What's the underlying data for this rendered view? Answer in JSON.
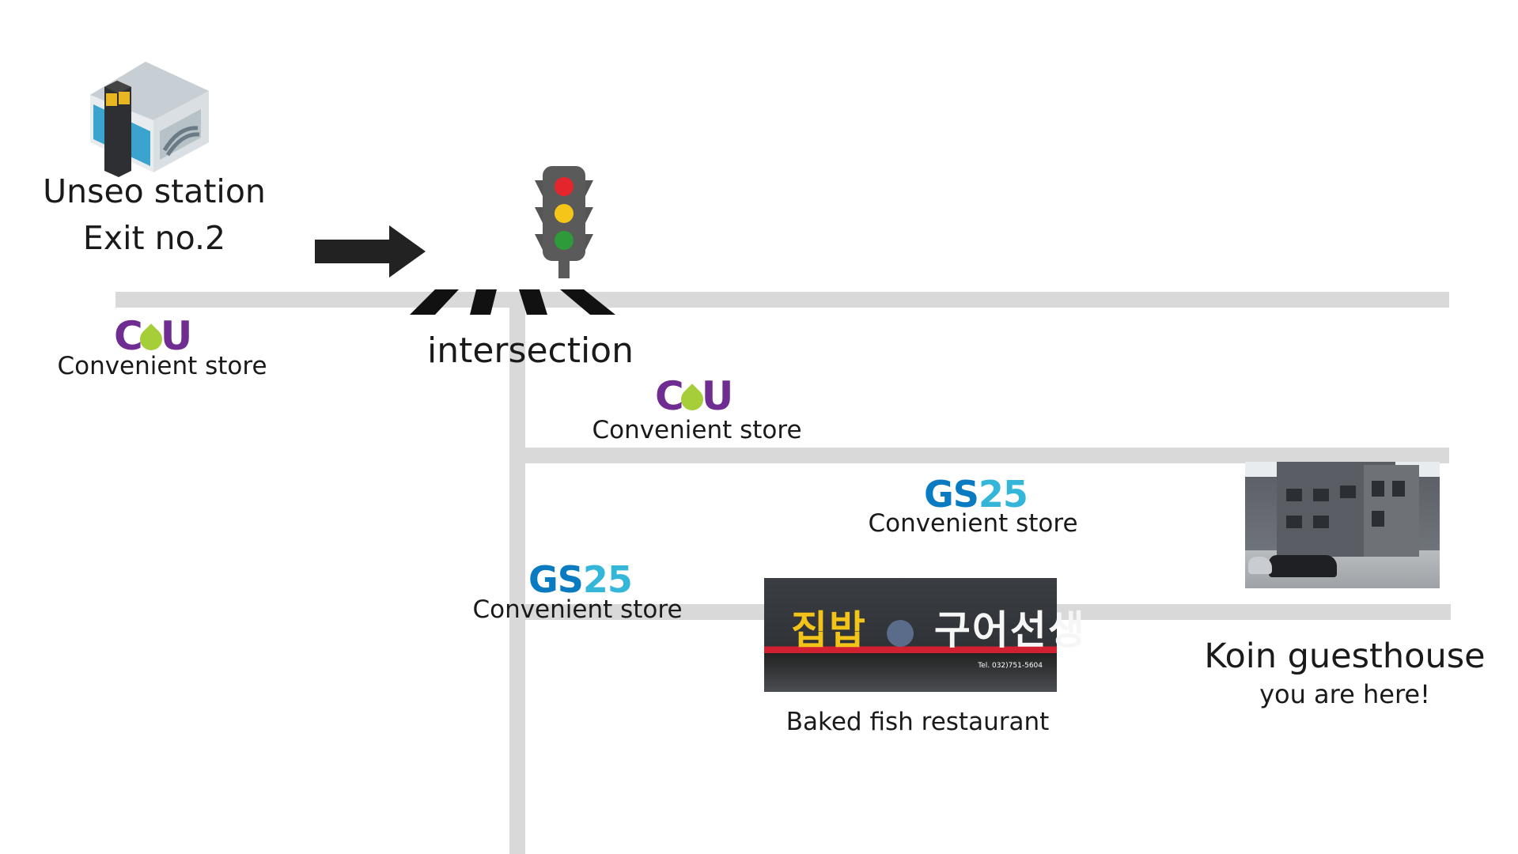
{
  "map": {
    "station": {
      "line1": "Unseo station",
      "line2": "Exit no.2",
      "icon": "subway-station-icon"
    },
    "direction_arrow": {
      "icon": "arrow-right-icon"
    },
    "traffic_light": {
      "icon": "traffic-light-icon"
    },
    "intersection": {
      "label": "intersection",
      "icon": "crosswalk-icon"
    },
    "stores": [
      {
        "brand": "CU",
        "label": "Convenient store"
      },
      {
        "brand": "CU",
        "label": "Convenient store"
      },
      {
        "brand": "GS25",
        "label": "Convenient store"
      },
      {
        "brand": "GS25",
        "label": "Convenient store"
      }
    ],
    "restaurant": {
      "label": "Baked fish restaurant",
      "sign_text_1": "집밥",
      "sign_text_2": "구어선생",
      "sign_tel": "Tel. 032)751-5604"
    },
    "guesthouse": {
      "name": "Koin guesthouse",
      "note": "you are here!"
    },
    "logos": {
      "cu_part1": "C",
      "cu_part2": "U",
      "gs_part1": "GS",
      "gs_part2": "25"
    },
    "colors": {
      "road": "#d9d9d9",
      "cu_purple": "#6f2c91",
      "cu_green": "#a6ce39",
      "gs_blue": "#0a7bc1",
      "gs_cyan": "#34b6d9",
      "arrow": "#222222",
      "traffic_red": "#e3262b",
      "traffic_yellow": "#f5c518",
      "traffic_green": "#2e9b3a"
    }
  }
}
